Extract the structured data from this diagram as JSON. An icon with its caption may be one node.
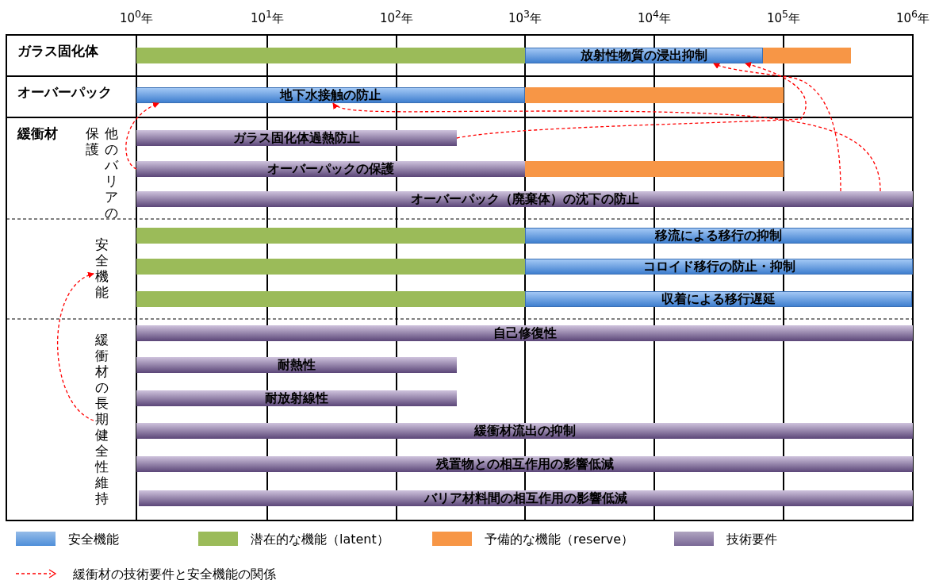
{
  "diagram": {
    "nodes": [
      {
        "text": [],
        "shape": "bar"
      },
      {
        "text": [
          "放射性物質の浸出抑制"
        ]
      },
      {
        "text": [],
        "shape": "bar"
      },
      {
        "text": [
          "地下水接触の防止"
        ]
      },
      {
        "text": [],
        "shape": "bar"
      },
      {
        "text": [
          "ガラス固化体過熱防止"
        ]
      },
      {
        "text": [
          "オーバーパックの保護"
        ]
      },
      {
        "text": [],
        "shape": "bar"
      },
      {
        "text": [
          "オーバーパック（廃棄体）の沈下の防止"
        ]
      },
      {
        "text": [
          "安全機能"
        ]
      },
      {
        "text": [],
        "shape": "bar"
      },
      {
        "text": [
          "移流による移行の抑制"
        ]
      },
      {
        "text": [],
        "shape": "bar"
      },
      {
        "text": [
          "コロイド移行の防止・抑制"
        ]
      },
      {
        "text": [],
        "shape": "bar"
      },
      {
        "text": [
          "収着による移行遅延"
        ]
      },
      {
        "text": [
          "緩衝材の長期健全性維持"
        ]
      },
      {
        "text": [
          "自己修復性"
        ]
      },
      {
        "text": [
          "耐熱性"
        ]
      },
      {
        "text": [
          "耐放射線性"
        ]
      },
      {
        "text": [
          "緩衝材流出の抑制"
        ]
      },
      {
        "text": [
          "残置物との相互作用の影響低減"
        ]
      },
      {
        "text": [
          "バリア材料間の相互作用の影響低減"
        ]
      }
    ],
    "edges": [
      {
        "from": 5,
        "to": 1,
        "arrow": "to",
        "style": "dashed",
        "color": "#ff0000"
      },
      {
        "from": 6,
        "to": 3,
        "arrow": "to",
        "style": "dashed",
        "color": "#ff0000"
      },
      {
        "from": 8,
        "to": 3,
        "arrow": "to",
        "style": "dashed",
        "color": "#ff0000"
      },
      {
        "from": 8,
        "to": 1,
        "arrow": "to",
        "style": "dashed",
        "color": "#ff0000"
      },
      {
        "from": 16,
        "to": 9,
        "arrow": "to",
        "style": "dashed",
        "color": "#ff0000"
      }
    ],
    "labels": [
      "10$^{0}$年",
      "10$^{1}$年",
      "10$^{2}$年",
      "10$^{3}$年",
      "10$^{4}$年",
      "10$^{5}$年",
      "10$^{6}$年",
      "ガラス固化体",
      "オーバーパック",
      "緩衝材",
      "他のバリアの保護"
    ],
    "legend": [
      {
        "text": "安全機能",
        "color": "#4f8fd9"
      },
      {
        "text": "潜在的な機能（latent）",
        "color": "#9bbb59"
      },
      {
        "text": "予備的な機能（reserve）",
        "color": "#f79646"
      },
      {
        "text": "技術要件",
        "color": "#7a6896"
      },
      {
        "text": "緩衝材の技術要件と安全機能の関係"
      }
    ]
  }
}
